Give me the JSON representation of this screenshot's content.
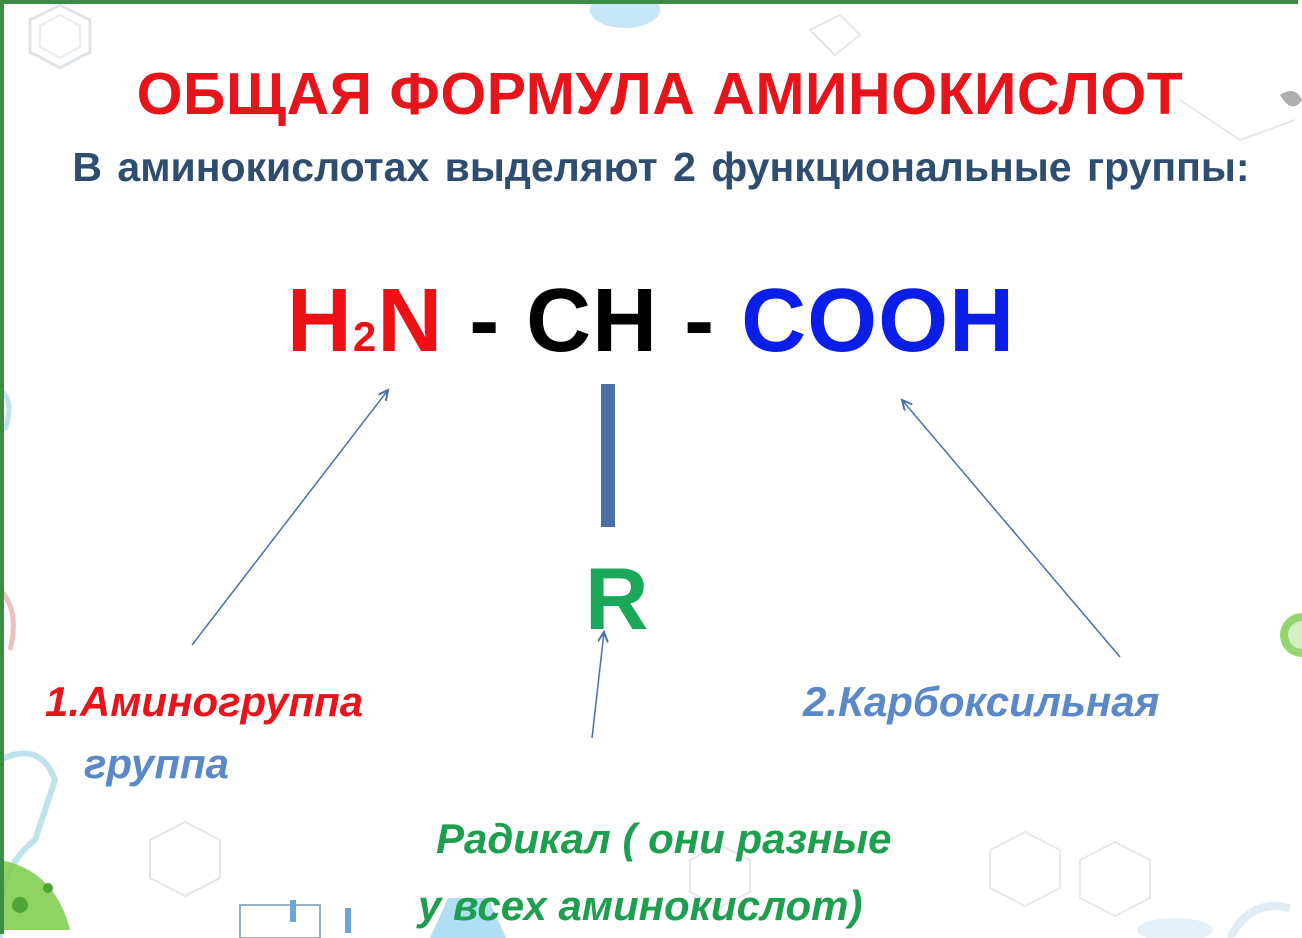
{
  "slide": {
    "title": "ОБЩАЯ ФОРМУЛА АМИНОКИСЛОТ",
    "subtitle": "В аминокислотах выделяют  2  функциональные группы:",
    "formula": {
      "amine_h": "H",
      "amine_sub": "2",
      "amine_n": "N",
      "dash1": " - ",
      "ch": "CH",
      "dash2": " - ",
      "cooh": "COOH"
    },
    "radical_symbol": "R",
    "labels": {
      "amino_line1": "1.Аминогруппа",
      "amino_line2": "группа",
      "carboxyl": "2.Карбоксильная",
      "radical_line1": "Радикал ( они разные",
      "radical_line2": "у всех аминокислот)"
    },
    "colors": {
      "title": "#e8141b",
      "subtitle": "#2f4d6e",
      "amine": "#ef1015",
      "carboxyl_formula": "#0a1ee8",
      "radical": "#1aa85a",
      "frame": "#3c8c45"
    }
  }
}
